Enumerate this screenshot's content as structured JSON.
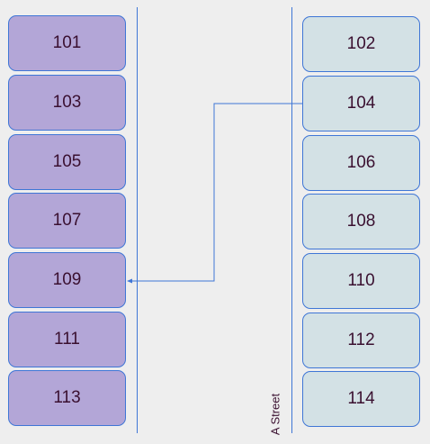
{
  "left_units": [
    "101",
    "103",
    "105",
    "107",
    "109",
    "111",
    "113"
  ],
  "right_units": [
    "102",
    "104",
    "106",
    "108",
    "110",
    "112",
    "114"
  ],
  "street_label": "A Street",
  "connection": {
    "from": "104",
    "to": "109"
  },
  "colors": {
    "left_fill": "#b3a6d7",
    "right_fill": "#d3e1e5",
    "line": "#3f76d6",
    "text": "#3a1030",
    "background": "#eeeeee"
  }
}
